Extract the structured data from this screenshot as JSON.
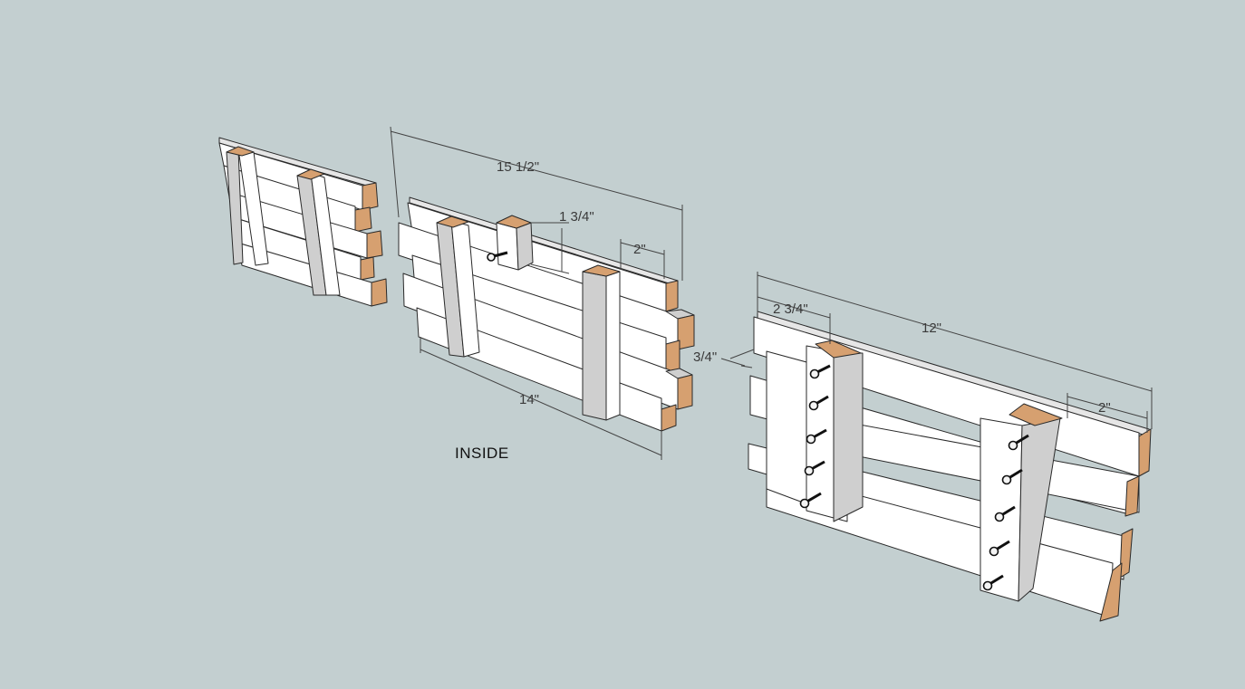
{
  "dimensions": {
    "overall_length": "15 1/2\"",
    "block_height": "1 3/4\"",
    "cleat_inset": "2\"",
    "inner_length": "14\"",
    "side_length": "12\"",
    "side_first_cleat": "2 3/4\"",
    "side_cleat_inset": "2\"",
    "thickness": "3/4\""
  },
  "caption": "INSIDE",
  "colors": {
    "background": "#c3cfd0",
    "board_face": "#ffffff",
    "end_grain": "#d6a070",
    "outline": "#2a2a2a"
  },
  "parts": [
    "left-side-panel",
    "inside-panel",
    "right-side-panel"
  ],
  "icons": [
    "screw-icon"
  ]
}
